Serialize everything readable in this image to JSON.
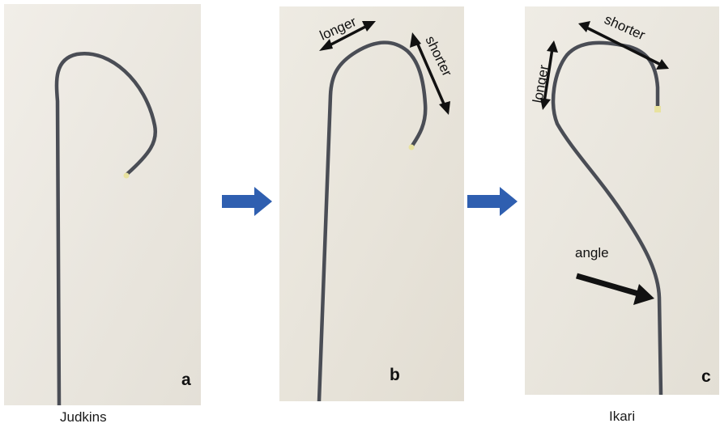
{
  "panels": [
    {
      "letter": "a",
      "caption": "Judkins"
    },
    {
      "letter": "b",
      "annotations": {
        "longer": "longer",
        "shorter": "shorter"
      }
    },
    {
      "letter": "c",
      "caption": "Ikari",
      "annotations": {
        "longer": "longer",
        "shorter": "shorter",
        "angle": "angle"
      }
    }
  ],
  "colors": {
    "background_photo": "#ece9e1",
    "wire": "#4a4d55",
    "tip": "#e8e2a0",
    "flow_arrow": "#2f5fb0",
    "annotation_arrow": "#111111"
  },
  "icons": [
    "flow-arrow-icon",
    "double-arrow-icon",
    "pointer-arrow-icon"
  ]
}
